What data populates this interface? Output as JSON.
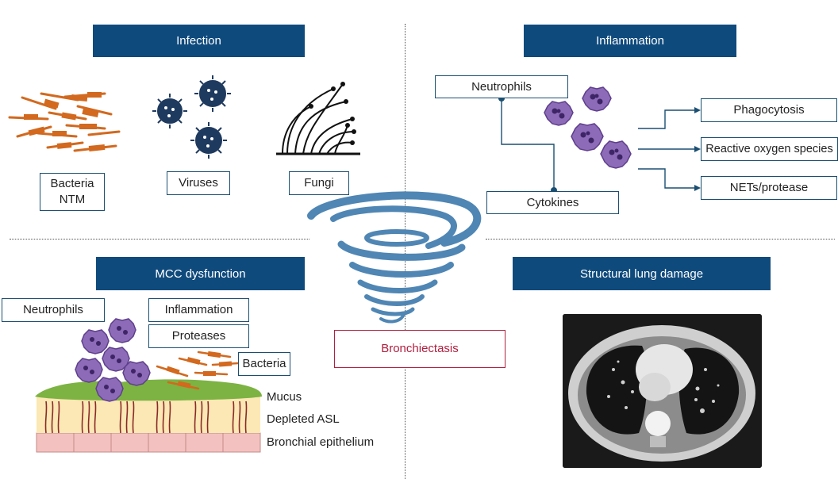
{
  "quadrants": {
    "infection": {
      "title": "Infection",
      "items": [
        {
          "label_line1": "Bacteria",
          "label_line2": "NTM"
        },
        {
          "label": "Viruses"
        },
        {
          "label": "Fungi"
        }
      ]
    },
    "inflammation": {
      "title": "Inflammation",
      "neutrophils": "Neutrophils",
      "cytokines": "Cytokines",
      "outcomes": [
        "Phagocytosis",
        "Reactive oxygen species",
        "NETs/protease"
      ]
    },
    "mcc": {
      "title": "MCC dysfunction",
      "neutrophils": "Neutrophils",
      "inflammation": "Inflammation",
      "proteases": "Proteases",
      "bacteria": "Bacteria",
      "layers": [
        "Mucus",
        "Depleted ASL",
        "Bronchial epithelium"
      ]
    },
    "structural": {
      "title": "Structural lung damage"
    }
  },
  "center": {
    "label": "Bronchiectasis"
  },
  "colors": {
    "header_bg": "#0f4a7d",
    "box_border": "#1b4f72",
    "bronchiectasis": "#b0203f",
    "bacteria": "#d2691e",
    "virus": "#1f3a5f",
    "neutrophil": "#8e6bb8",
    "tornado": "#4f86b4",
    "mucus": "#7cb342",
    "epithelium": "#f3c1bf"
  }
}
